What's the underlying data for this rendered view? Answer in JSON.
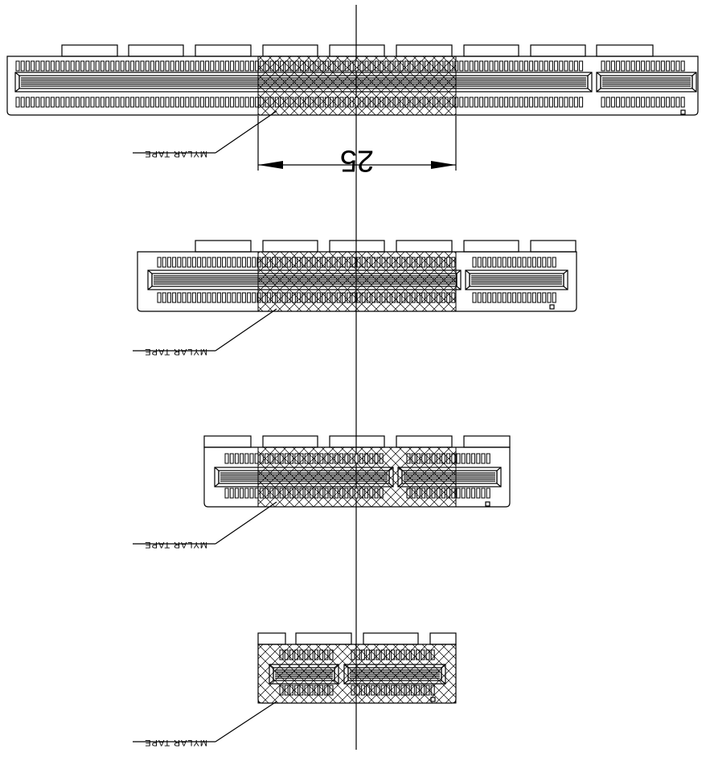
{
  "drawing": {
    "callout_label": "MYLAR TAPE",
    "dimension_value": "25",
    "connectors": [
      {
        "id": "x16",
        "callout_text": "MYLAR TAPE"
      },
      {
        "id": "x8",
        "callout_text": "MYLAR TAPE"
      },
      {
        "id": "x4",
        "callout_text": "MYLAR TAPE"
      },
      {
        "id": "x1",
        "callout_text": "MYLAR TAPE"
      }
    ],
    "colors": {
      "line": "#000000",
      "background": "#ffffff"
    }
  }
}
